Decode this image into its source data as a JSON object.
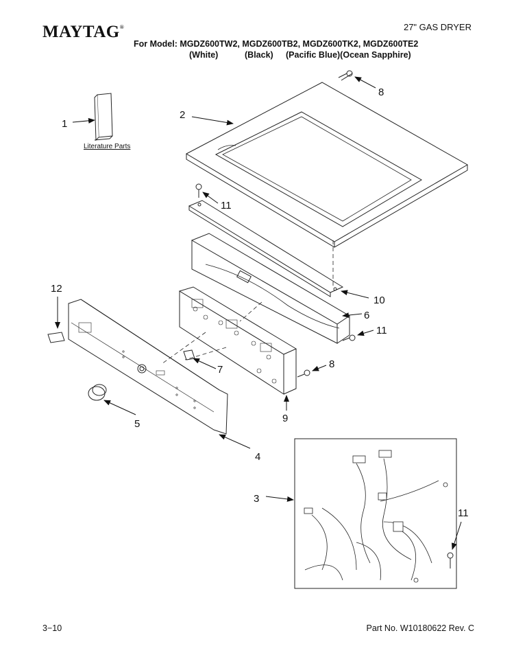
{
  "header": {
    "brand": "MAYTAG",
    "brand_mark": "®",
    "dryer_type": "27\" GAS DRYER",
    "model_line": "For Model: MGDZ600TW2, MGDZ600TB2, MGDZ600TK2, MGDZ600TE2",
    "finishes": [
      "(White)",
      "(Black)",
      "(Pacific Blue)(Ocean Sapphire)"
    ]
  },
  "diagram": {
    "literature_label": "Literature Parts",
    "callouts": [
      {
        "id": "c1",
        "label": "1"
      },
      {
        "id": "c2",
        "label": "2"
      },
      {
        "id": "c3",
        "label": "3"
      },
      {
        "id": "c4",
        "label": "4"
      },
      {
        "id": "c5",
        "label": "5"
      },
      {
        "id": "c6",
        "label": "6"
      },
      {
        "id": "c7",
        "label": "7"
      },
      {
        "id": "c8a",
        "label": "8"
      },
      {
        "id": "c8b",
        "label": "8"
      },
      {
        "id": "c9",
        "label": "9"
      },
      {
        "id": "c10",
        "label": "10"
      },
      {
        "id": "c11a",
        "label": "11"
      },
      {
        "id": "c11b",
        "label": "11"
      },
      {
        "id": "c11c",
        "label": "11"
      },
      {
        "id": "c12",
        "label": "12"
      }
    ]
  },
  "footer": {
    "page": "3−10",
    "part_number": "Part No. W10180622 Rev. C"
  }
}
